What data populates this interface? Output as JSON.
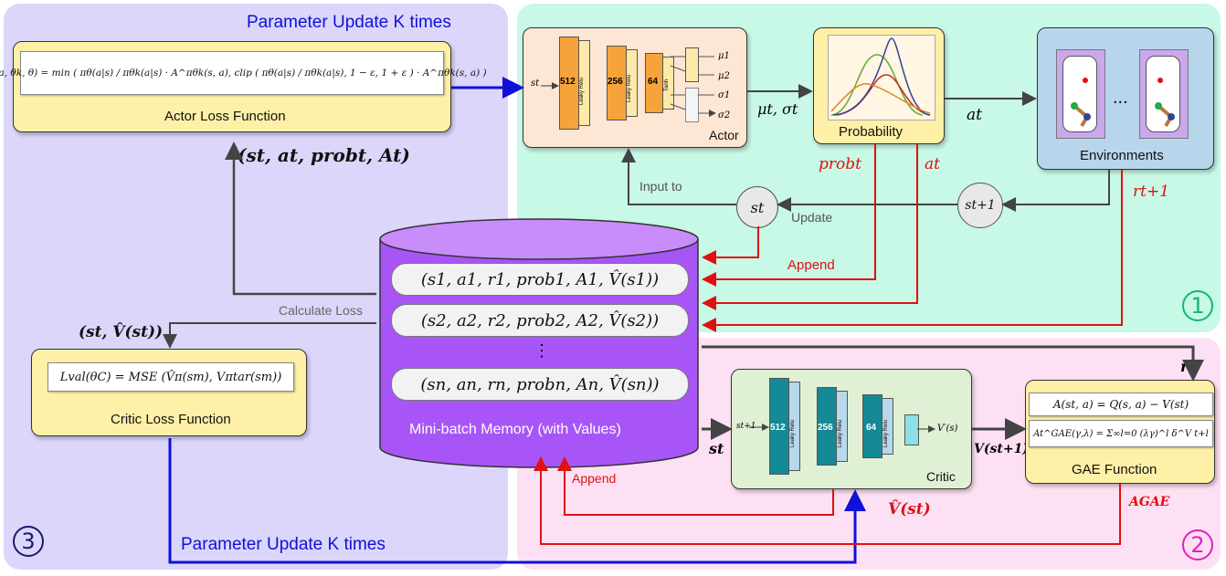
{
  "panels": {
    "update_section": {
      "tag": "3"
    },
    "actor_section": {
      "tag": "1"
    },
    "critic_section": {
      "tag": "2"
    }
  },
  "top_title": "Parameter Update K times",
  "bottom_title": "Parameter Update K times",
  "actor_loss": {
    "formula": "L(s, a, θk, θ) = min ( πθ(a|s) / πθk(a|s) · A^πθk(s, a),  clip ( πθ(a|s) / πθk(a|s), 1 − ε, 1 + ε ) · A^πθk(s, a) )",
    "title": "Actor Loss Function"
  },
  "critic_loss": {
    "formula": "Lval(θC) = MSE (V̂π(sm), Vπtar(sm))",
    "title": "Critic Loss Function"
  },
  "tuple_actor": "(st, at, probt, At)",
  "tuple_critic": "(st, V̂(st))",
  "calculate_loss": "Calculate Loss",
  "actor": {
    "title": "Actor",
    "input": "st",
    "layers": [
      "512",
      "Leaky Relu",
      "256",
      "Leaky Relu",
      "64",
      "Tanh"
    ],
    "outputs": [
      "μ1",
      "μ2",
      "σ1",
      "σ2"
    ],
    "out_label": "μt, σt"
  },
  "probability": {
    "title": "Probability",
    "out_label": "at"
  },
  "environments": {
    "title": "Environments",
    "dots": "..."
  },
  "loop": {
    "st": "st",
    "st1": "st+1",
    "input_to": "Input to",
    "update": "Update",
    "prob_t": "probt",
    "a_t": "at",
    "r_t1": "rt+1",
    "append_top": "Append"
  },
  "memory": {
    "rows": [
      "(s1, a1, r1, prob1, A1, V̂(s1))",
      "(s2, a2, r2, prob2, A2, V̂(s2))",
      "(sn, an, rn, probn, An, V̂(sn))"
    ],
    "ellipsis": "⋮",
    "title": "Mini-batch Memory (with Values)"
  },
  "critic": {
    "title": "Critic",
    "input": "st+1",
    "layers": [
      "512",
      "Leaky Relu",
      "256",
      "Leaky Relu",
      "64",
      "Leaky Relu"
    ],
    "output": "V′(s)",
    "in_label": "st",
    "out_label": "V(st+1)",
    "vhat": "V̂(st)",
    "append_bottom": "Append"
  },
  "gae": {
    "title": "GAE Function",
    "formula1": "A(st, a) = Q(s, a) − V(st)",
    "formula2": "At^GAE(γ,λ) = Σ∞l=0 (λγ)^l δ^V t+l",
    "rt": "rt",
    "a_gae": "AGAE"
  },
  "colors": {
    "lavender": "#dcd6fb",
    "mint": "#c8f8e6",
    "pink": "#fde0f3",
    "yellow": "#fff0a8",
    "purple": "#a855f7"
  }
}
